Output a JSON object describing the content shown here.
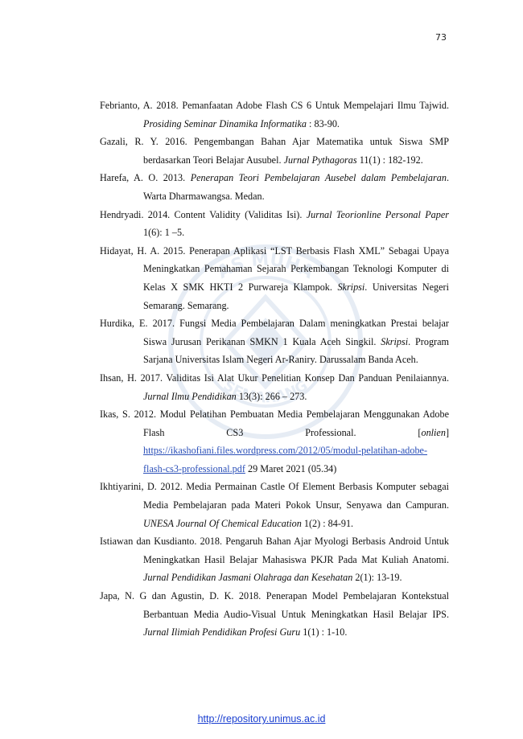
{
  "page_number": "73",
  "watermark": {
    "top_text": "AS MUHA",
    "bottom_text": "SEMARANG",
    "color": "#1a4fa0"
  },
  "references": [
    {
      "pre": "Febrianto, A. 2018. Pemanfaatan Adobe Flash CS 6 Untuk Mempelajari Ilmu Tajwid. ",
      "italic": "Prosiding Seminar Dinamika Informatika",
      "post": " : 83-90."
    },
    {
      "pre": "Gazali, R. Y. 2016. Pengembangan Bahan Ajar Matematika untuk Siswa SMP berdasarkan Teori Belajar Ausubel. ",
      "italic": "Jurnal Pythagoras",
      "post": " 11(1) : 182-192."
    },
    {
      "pre": "Harefa, A. O. 2013. ",
      "italic": "Penerapan Teori Pembelajaran Ausebel dalam Pembelajaran",
      "post": ". Warta Dharmawangsa. Medan."
    },
    {
      "pre": "Hendryadi. 2014. Content Validity (Validitas Isi). ",
      "italic": "Jurnal Teorionline Personal Paper",
      "post": " 1(6): 1 –5."
    },
    {
      "pre": "Hidayat, H. A. 2015. Penerapan Aplikasi “LST Berbasis Flash XML” Sebagai Upaya Meningkatkan Pemahaman Sejarah Perkembangan Teknologi Komputer di Kelas X SMK HKTI 2 Purwareja Klampok. ",
      "italic": "Skripsi",
      "post": ". Universitas Negeri Semarang. Semarang."
    },
    {
      "pre": "Hurdika, E. 2017. Fungsi Media Pembelajaran Dalam meningkatkan Prestai belajar Siswa Jurusan Perikanan SMKN 1 Kuala Aceh Singkil. ",
      "italic": "Skripsi",
      "post": ". Program Sarjana Universitas Islam Negeri Ar-Raniry. Darussalam Banda Aceh."
    },
    {
      "pre": "Ihsan, H. 2017. Validitas Isi Alat Ukur Penelitian Konsep Dan Panduan Penilaiannya. ",
      "italic": "Jurnal Ilmu Pendidikan",
      "post": " 13(3): 266 – 273."
    },
    {
      "pre": "Ikas, S. 2012. Modul Pelatihan Pembuatan Media Pembelajaran Menggunakan Adobe Flash CS3 Professional. [",
      "italic": "onlien",
      "post": "] ",
      "link": "https://ikashofiani.files.wordpress.com/2012/05/modul-pelatihan-adobe-flash-cs3-professional.pdf",
      "post2": "  29 Maret 2021 (05.34)"
    },
    {
      "pre": "Ikhtiyarini, D. 2012. Media Permainan Castle Of Element Berbasis Komputer sebagai Media Pembelajaran pada Materi Pokok Unsur, Senyawa dan Campuran. ",
      "italic": "UNESA Journal Of Chemical Education",
      "post": " 1(2) : 84-91."
    },
    {
      "pre": "Istiawan dan Kusdianto. 2018. Pengaruh Bahan Ajar Myologi Berbasis Android Untuk Meningkatkan Hasil Belajar Mahasiswa PKJR Pada Mat Kuliah Anatomi. ",
      "italic": "Jurnal Pendidikan Jasmani Olahraga dan Kesehatan",
      "post": " 2(1): 13-19."
    },
    {
      "pre": "Japa, N. G dan Agustin, D. K. 2018. Penerapan Model Pembelajaran Kontekstual Berbantuan Media Audio-Visual Untuk Meningkatkan Hasil Belajar IPS. ",
      "italic": "Jurnal Ilimiah Pendidikan Profesi Guru",
      "post": " 1(1) : 1-10."
    }
  ],
  "footer": {
    "link_text": "http://repository.unimus.ac.id",
    "link_color": "#1a3fd0"
  }
}
